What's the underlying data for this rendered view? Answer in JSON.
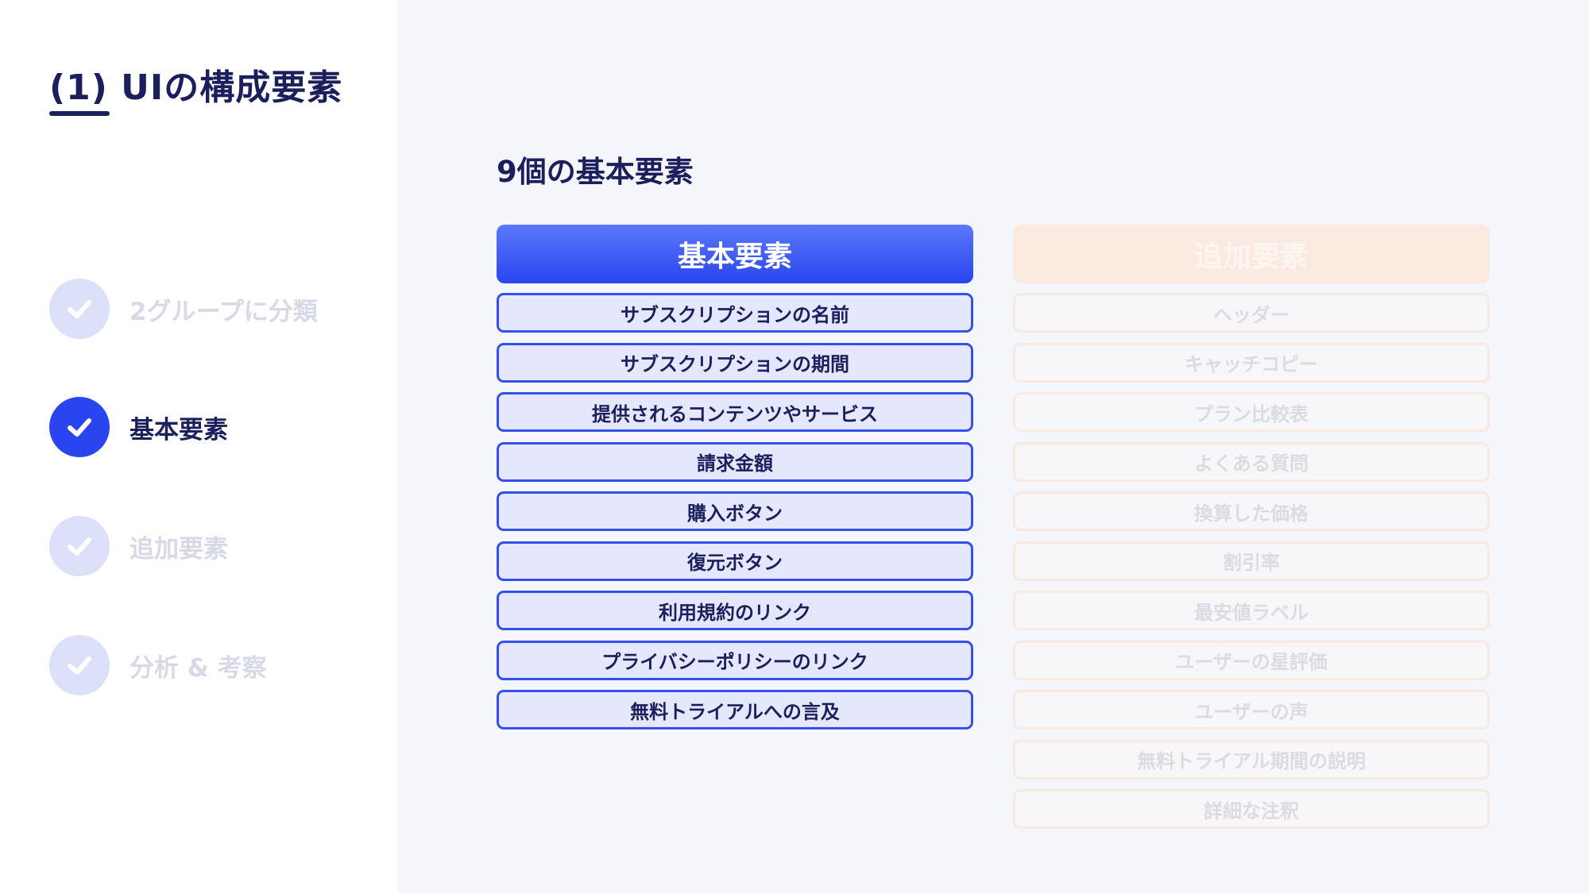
{
  "sidebar": {
    "title": "(1) UIの構成要素",
    "steps": [
      {
        "label": "2グループに分類",
        "state": "done"
      },
      {
        "label": "基本要素",
        "state": "active"
      },
      {
        "label": "追加要素",
        "state": "done"
      },
      {
        "label": "分析 & 考察",
        "state": "done"
      }
    ]
  },
  "main": {
    "heading": "9個の基本要素",
    "basic": {
      "header": "基本要素",
      "items": [
        "サブスクリプションの名前",
        "サブスクリプションの期間",
        "提供されるコンテンツやサービス",
        "請求金額",
        "購入ボタン",
        "復元ボタン",
        "利用規約のリンク",
        "プライバシーポリシーのリンク",
        "無料トライアルへの言及"
      ]
    },
    "extra": {
      "header": "追加要素",
      "items": [
        "ヘッダー",
        "キャッチコピー",
        "プラン比較表",
        "よくある質問",
        "換算した価格",
        "割引率",
        "最安値ラベル",
        "ユーザーの星評価",
        "ユーザーの声",
        "無料トライアル期間の説明",
        "詳細な注釈"
      ]
    }
  },
  "colors": {
    "accent": "#2a45f0",
    "navy": "#1b1f5c",
    "basic_item_bg": "#e5e8fc",
    "extra_header_bg": "#faeadf"
  },
  "icons": {
    "step": "check-icon"
  }
}
